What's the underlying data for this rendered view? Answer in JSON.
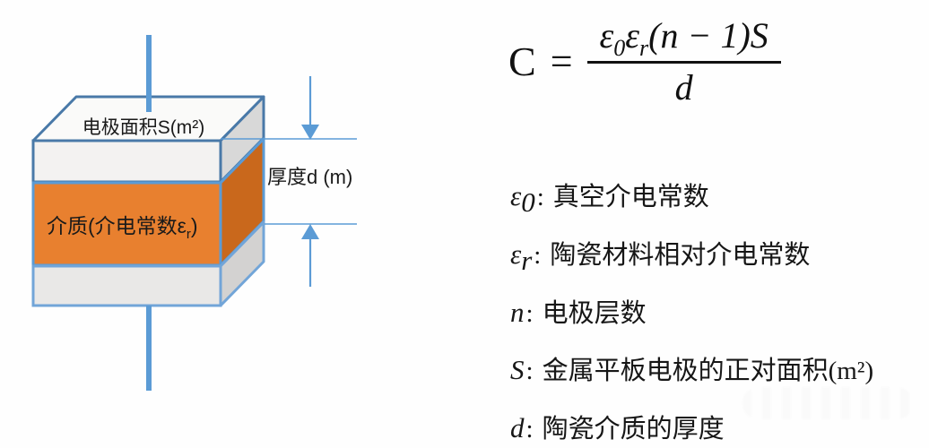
{
  "page": {
    "background": "#ffffff"
  },
  "diagram": {
    "top_face_label": "电极面积S(m²)",
    "dielectric_label_pre": "介质(介电常数ε",
    "dielectric_label_sub": "r",
    "dielectric_label_post": ")",
    "thickness_label": "厚度d (m)",
    "colors": {
      "outline_blue_dark": "#4979A8",
      "outline_blue": "#5B9BD5",
      "outline_blue_light": "#72A5D8",
      "lead_blue": "#5B9BD5",
      "dimension_blue": "#5B9BD5",
      "top_face_fill": "#FAFAF9",
      "top_electrode_front": "#F3F2F1",
      "top_electrode_side": "#D8D8D8",
      "dielectric_front": "#E8802F",
      "dielectric_side": "#C9681C",
      "bottom_electrode_front": "#E9E8E7",
      "bottom_electrode_side": "#D3D2D1",
      "label_text": "#1A1A1A"
    }
  },
  "formula": {
    "lhs": "C",
    "equals": "=",
    "numerator": {
      "epsilon1": "ε",
      "epsilon1_sub": "0",
      "epsilon2": "ε",
      "epsilon2_sub": "r",
      "rest": "(n − 1)S"
    },
    "denominator": "d"
  },
  "definitions": {
    "separator": ":",
    "items": [
      {
        "symbol": "ε",
        "subscript": "0",
        "label": "真空介电常数"
      },
      {
        "symbol": "ε",
        "subscript": "r",
        "label": "陶瓷材料相对介电常数"
      },
      {
        "symbol": "n",
        "subscript": "",
        "label": "电极层数"
      },
      {
        "symbol": "S",
        "subscript": "",
        "label": "金属平板电极的正对面积(m²)"
      },
      {
        "symbol": "d",
        "subscript": "",
        "label": "陶瓷介质的厚度"
      }
    ]
  }
}
